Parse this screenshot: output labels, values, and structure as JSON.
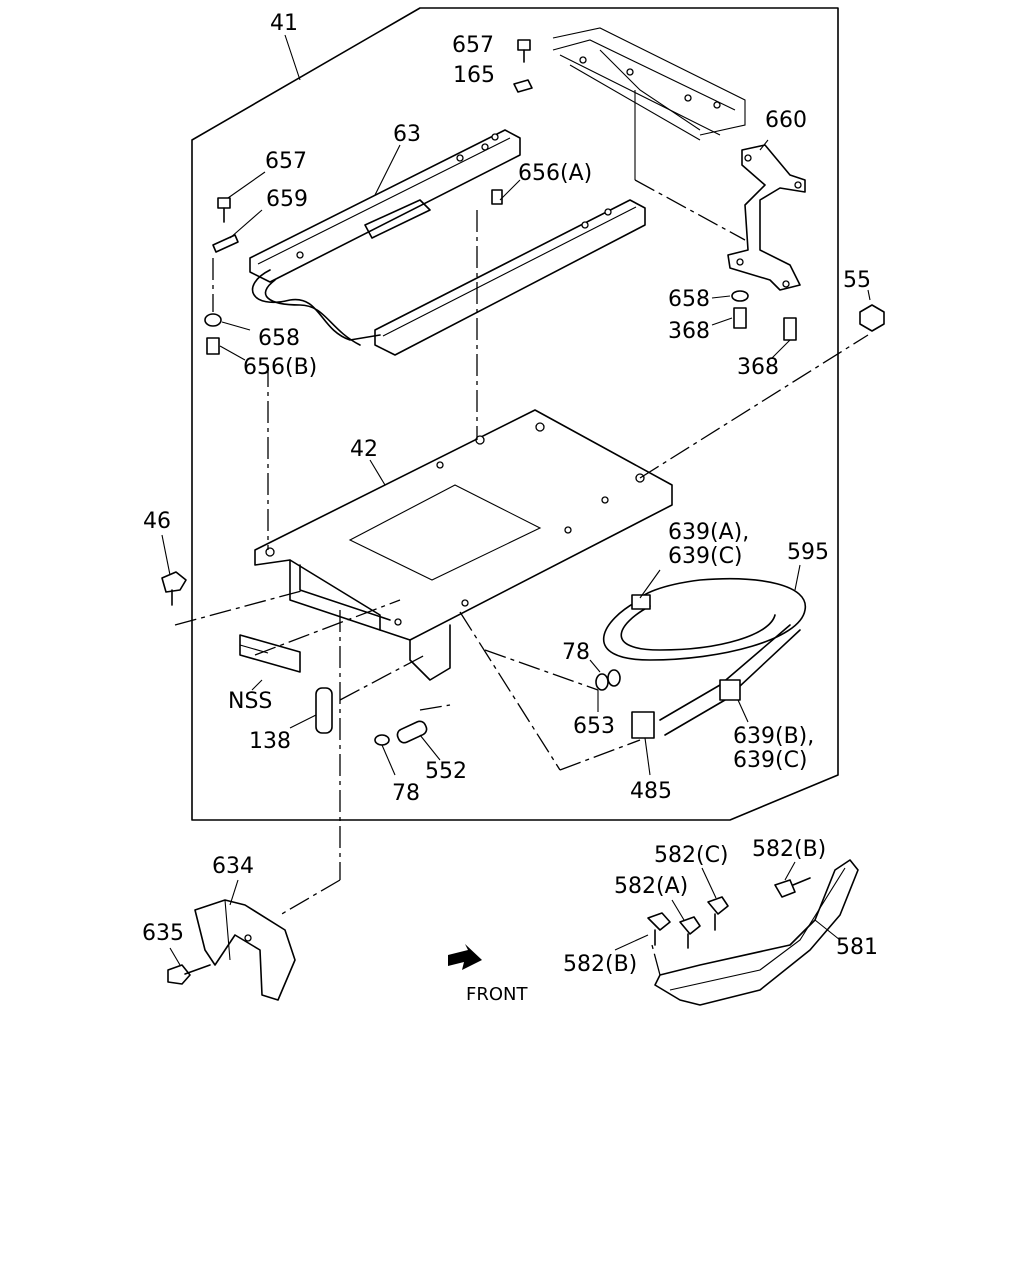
{
  "diagram": {
    "front_label": "FRONT",
    "labels": {
      "l41": "41",
      "l657a": "657",
      "l165": "165",
      "l63": "63",
      "l657b": "657",
      "l659": "659",
      "l656a": "656(A)",
      "l660": "660",
      "l658a": "658",
      "l656b": "656(B)",
      "l658b": "658",
      "l368a": "368",
      "l368b": "368",
      "l55": "55",
      "l42": "42",
      "l46": "46",
      "l639ac1": "639(A),",
      "l639ac2": "639(C)",
      "l595": "595",
      "l78a": "78",
      "lNSS": "NSS",
      "l653": "653",
      "l138": "138",
      "l639bc1": "639(B),",
      "l639bc2": "639(C)",
      "l552": "552",
      "l78b": "78",
      "l485": "485",
      "l634": "634",
      "l635": "635",
      "l582c": "582(C)",
      "l582b1": "582(B)",
      "l582a": "582(A)",
      "l581": "581",
      "l582b2": "582(B)"
    }
  }
}
